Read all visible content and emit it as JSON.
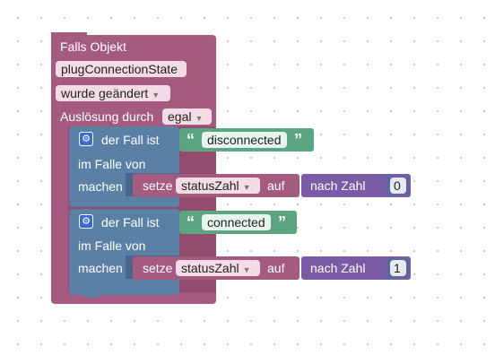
{
  "falls": {
    "title": "Falls Objekt",
    "object_id": "plugConnectionState",
    "trigger": "wurde geändert",
    "trigger_by_label": "Auslösung durch",
    "trigger_by_value": "egal"
  },
  "cases": [
    {
      "header": "der Fall ist",
      "string_value": "disconnected",
      "in_case_label": "im Falle von",
      "do_label": "machen",
      "set_label": "setze",
      "variable": "statusZahl",
      "to_label": "auf",
      "number_block_label": "nach Zahl",
      "number_value": "0"
    },
    {
      "header": "der Fall ist",
      "string_value": "connected",
      "in_case_label": "im Falle von",
      "do_label": "machen",
      "set_label": "setze",
      "variable": "statusZahl",
      "to_label": "auf",
      "number_block_label": "nach Zahl",
      "number_value": "1"
    }
  ],
  "glyphs": {
    "open_quote": "“",
    "close_quote": "”",
    "dropdown": "▼",
    "gear": "⚙"
  },
  "colors": {
    "event_block": "#a55b80",
    "switch_block": "#5b80a5",
    "text_block": "#5ba580",
    "variable_block": "#a55b80",
    "convert_block": "#7a5ba5",
    "number_block": "#5b67a5"
  }
}
